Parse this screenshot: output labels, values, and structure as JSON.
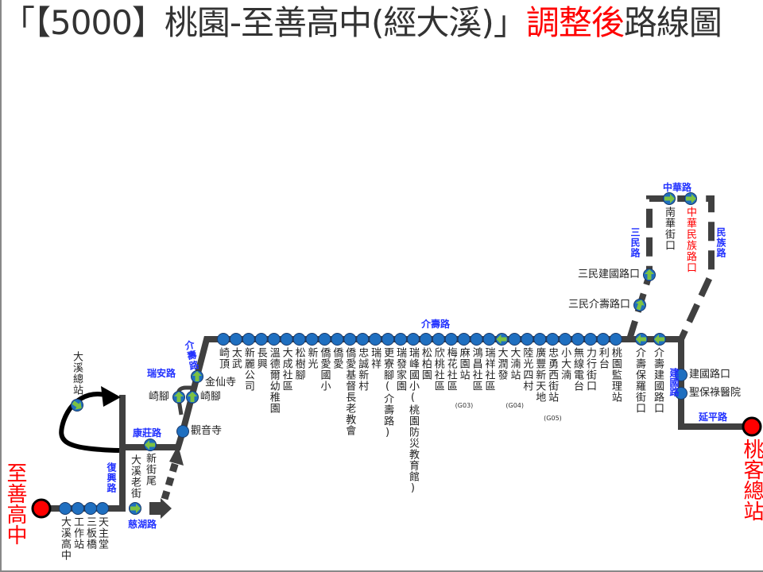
{
  "title": {
    "part1": "「【5000】桃園-至善高中(經大溪)」",
    "part2": "調整後",
    "part3": "路線圖"
  },
  "colors": {
    "line": "#404040",
    "stop": "#1f6fc0",
    "arrow": "#7dc242",
    "terminal": "#ff0000",
    "road": "#2030ff",
    "highlight": "#ff0000"
  },
  "roads": [
    "介壽路",
    "介壽路",
    "瑞安路",
    "康莊路",
    "復興路",
    "慈湖路",
    "三民路",
    "中華路",
    "民族路",
    "建國路",
    "延平路"
  ],
  "stops": [
    {
      "name": "至善高中",
      "type": "terminal"
    },
    {
      "name": "大溪高中"
    },
    {
      "name": "工作站"
    },
    {
      "name": "三板橋"
    },
    {
      "name": "天主堂"
    },
    {
      "name": "大溪老街",
      "dir": "right"
    },
    {
      "name": "新街尾",
      "dir": "left"
    },
    {
      "name": "大溪總站",
      "dir": "downright"
    },
    {
      "name": "觀音寺"
    },
    {
      "name": "崎腳",
      "dir": "up"
    },
    {
      "name": "崎腳",
      "dir": "up"
    },
    {
      "name": "金仙寺",
      "dir": "up"
    },
    {
      "name": "崎頂"
    },
    {
      "name": "太武"
    },
    {
      "name": "新麗公司"
    },
    {
      "name": "長興"
    },
    {
      "name": "溫德爾幼稚園"
    },
    {
      "name": "大成社區"
    },
    {
      "name": "松樹腳"
    },
    {
      "name": "新光"
    },
    {
      "name": "僑愛國小"
    },
    {
      "name": "僑愛"
    },
    {
      "name": "僑愛基督長老教會"
    },
    {
      "name": "忠誠新村"
    },
    {
      "name": "瑞祥"
    },
    {
      "name": "更寮腳(介壽路)"
    },
    {
      "name": "瑞發家園"
    },
    {
      "name": "瑞峰國小(桃園防災教育館)"
    },
    {
      "name": "松柏園"
    },
    {
      "name": "欣桃社區"
    },
    {
      "name": "梅花社區"
    },
    {
      "name": "麻園站",
      "note": "(G03)"
    },
    {
      "name": "鴻昌社區"
    },
    {
      "name": "瑞祥社區"
    },
    {
      "name": "大潤發",
      "dir": "left"
    },
    {
      "name": "大湳站",
      "note": "(G04)"
    },
    {
      "name": "陸光四村"
    },
    {
      "name": "廣豐新天地"
    },
    {
      "name": "忠勇西街站",
      "note": "(G05)"
    },
    {
      "name": "小大湳"
    },
    {
      "name": "無線電台"
    },
    {
      "name": "力行街口"
    },
    {
      "name": "利台"
    },
    {
      "name": "桃園監理站"
    },
    {
      "name": "介壽保羅街口",
      "dir": "left"
    },
    {
      "name": "介壽建國路口",
      "dir": "left"
    },
    {
      "name": "建國路口"
    },
    {
      "name": "聖保祿醫院"
    },
    {
      "name": "桃客總站",
      "type": "terminal"
    },
    {
      "name": "三民介壽路口",
      "dir": "upright"
    },
    {
      "name": "三民建國路口",
      "dir": "up"
    },
    {
      "name": "南華街口",
      "dir": "right"
    },
    {
      "name": "中華民族路口",
      "dir": "right",
      "highlight": true
    }
  ]
}
